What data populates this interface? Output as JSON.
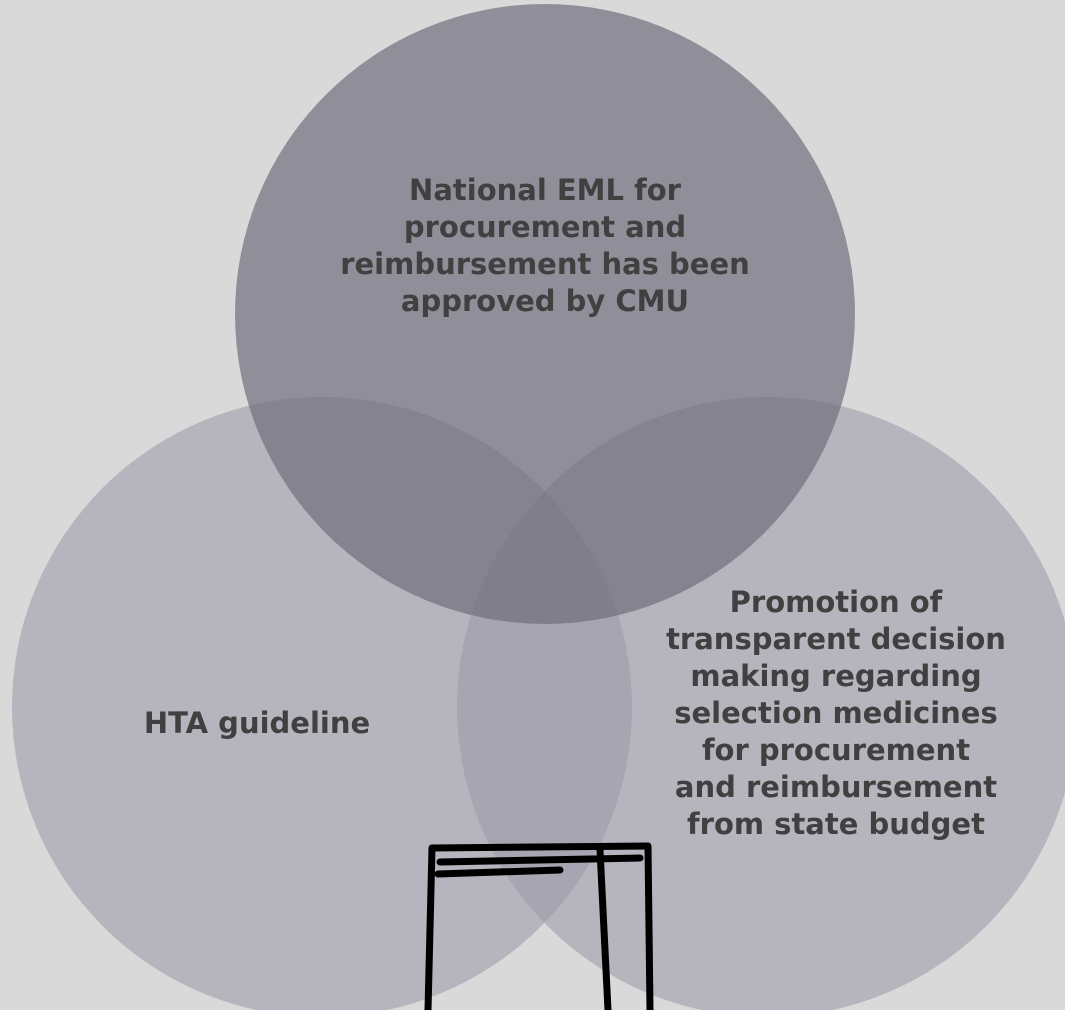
{
  "diagram": {
    "type": "venn",
    "circles": [
      {
        "id": "top",
        "label": "National EML for\nprocurement and\nreimbursement has been\napproved by CMU",
        "color": "#7e7c89"
      },
      {
        "id": "left",
        "label": "HTA guideline",
        "color": "#a8a6b2"
      },
      {
        "id": "right",
        "label": "Promotion  of\ntransparent decision\nmaking regarding\nselection medicines\nfor  procurement\nand reimbursement\nfrom state budget",
        "color": "#a8a6b2"
      }
    ],
    "background": "#d9d9d9",
    "text_color": "#404040"
  }
}
